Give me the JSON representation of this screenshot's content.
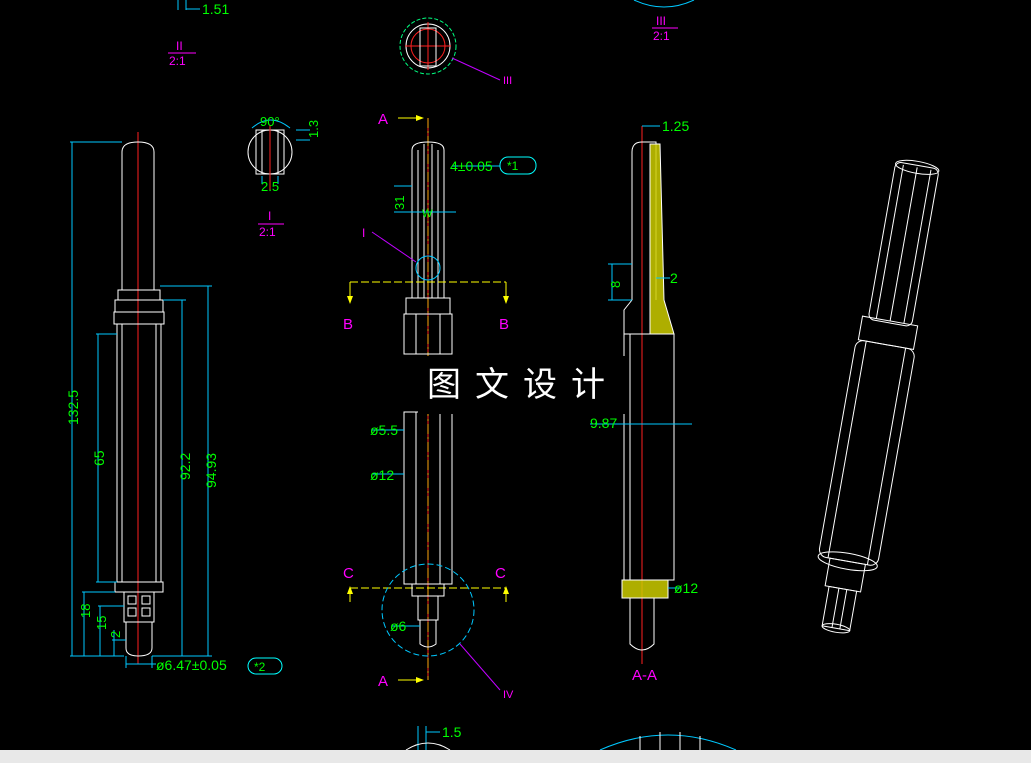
{
  "colors": {
    "outline": "#ffffff",
    "dimension": "#00ff00",
    "dimension_line": "#00c8ff",
    "centerline": "#ff2020",
    "section_label": "#ff00ff",
    "hatch": "#ffff00",
    "cut_plane": "#ffff00",
    "leader": "#c000ff"
  },
  "detail_views": {
    "II": {
      "numeral": "II",
      "scale": "2:1",
      "dim": "1.51"
    },
    "III": {
      "numeral": "III",
      "scale": "2:1"
    },
    "III_leader": "III",
    "I": {
      "numeral": "I",
      "scale": "2:1",
      "angle": "90°",
      "dim_side": "1.3",
      "dim_bottom": "2.5"
    }
  },
  "left_view": {
    "dims": {
      "overall": "132.5",
      "body": "65",
      "mid": "92.2",
      "upper": "94.93",
      "d18": "18",
      "d15": "15",
      "d2": "2",
      "diameter": "ø6.47±0.05",
      "tag": "*2"
    }
  },
  "center_view": {
    "section_a_top": "A",
    "section_a_bottom": "A",
    "section_b_left": "B",
    "section_b_right": "B",
    "section_c_left": "C",
    "section_c_right": "C",
    "leader_i": "I",
    "leader_iv": "IV",
    "dims": {
      "slot": "4±0.05",
      "tag": "*1",
      "d31": "31",
      "d55": "ø5.5",
      "d12": "ø12",
      "d6": "ø6"
    }
  },
  "section_view": {
    "label": "A-A",
    "dims": {
      "d125": "1.25",
      "d8": "8",
      "d2": "2",
      "d987": "9.87",
      "d12": "ø12"
    }
  },
  "bottom_partial": {
    "dim": "1.5"
  },
  "watermark": "图文设计"
}
